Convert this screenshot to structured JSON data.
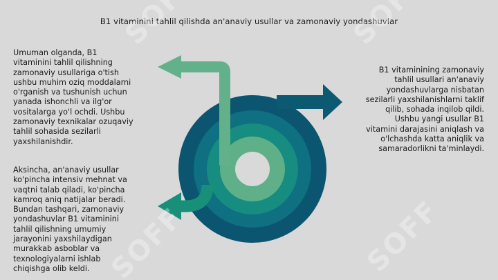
{
  "title": "B1 vitaminini tahlil qilishda an'anaviy usullar va zamonaviy yondashuvlar",
  "left_top_text": "Umuman olganda, B1\nvitaminini tahlil qilishning\nzamonaviy usullariga o'tish\nushbu muhim oziq moddalarni\no'rganish va tushunish uchun\nyanada ishonchli va ilg'or\nvositalarga yo'l ochdi. Ushbu\nzamonaviy texnikalar ozuqaviy\ntahlil sohasida sezilarli\nyaxshilanishdir.",
  "left_bottom_text": "Aksincha, an'anaviy usullar\nko'pincha intensiv mehnat va\nvaqtni talab qiladi, ko'pincha\nkamroq aniq natijalar beradi.\nBundan tashqari, zamonaviy\nyondashuvlar B1 vitaminini\ntahlil qilishning umumiy\njarayonini yaxshilaydigan\nmurakkab asboblar va\ntexnologiyalarni ishlab\nchiqishga olib keldi.",
  "right_text": "B1 vitaminining zamonaviy\ntahlil usullari an'anaviy\nyondashuvlarga nisbatan\nsezilarli yaxshilanishlarni taklif\nqilib, sohada inqilob qildi.\nUshbu yangi usullar B1\nvitamini darajasini aniqlash va\no'lchashda katta aniqlik va\nsamaradorlikni ta'minlaydi.",
  "watermark": "SOFF",
  "colors": {
    "background": "#d9d9d9",
    "ring_outer": "#0b5570",
    "ring_2": "#0e7080",
    "ring_3": "#168d80",
    "ring_inner": "#5fb088",
    "arrow_top": "#62b18a",
    "arrow_bottom": "#189079",
    "arrow_right": "#0b5a72"
  }
}
